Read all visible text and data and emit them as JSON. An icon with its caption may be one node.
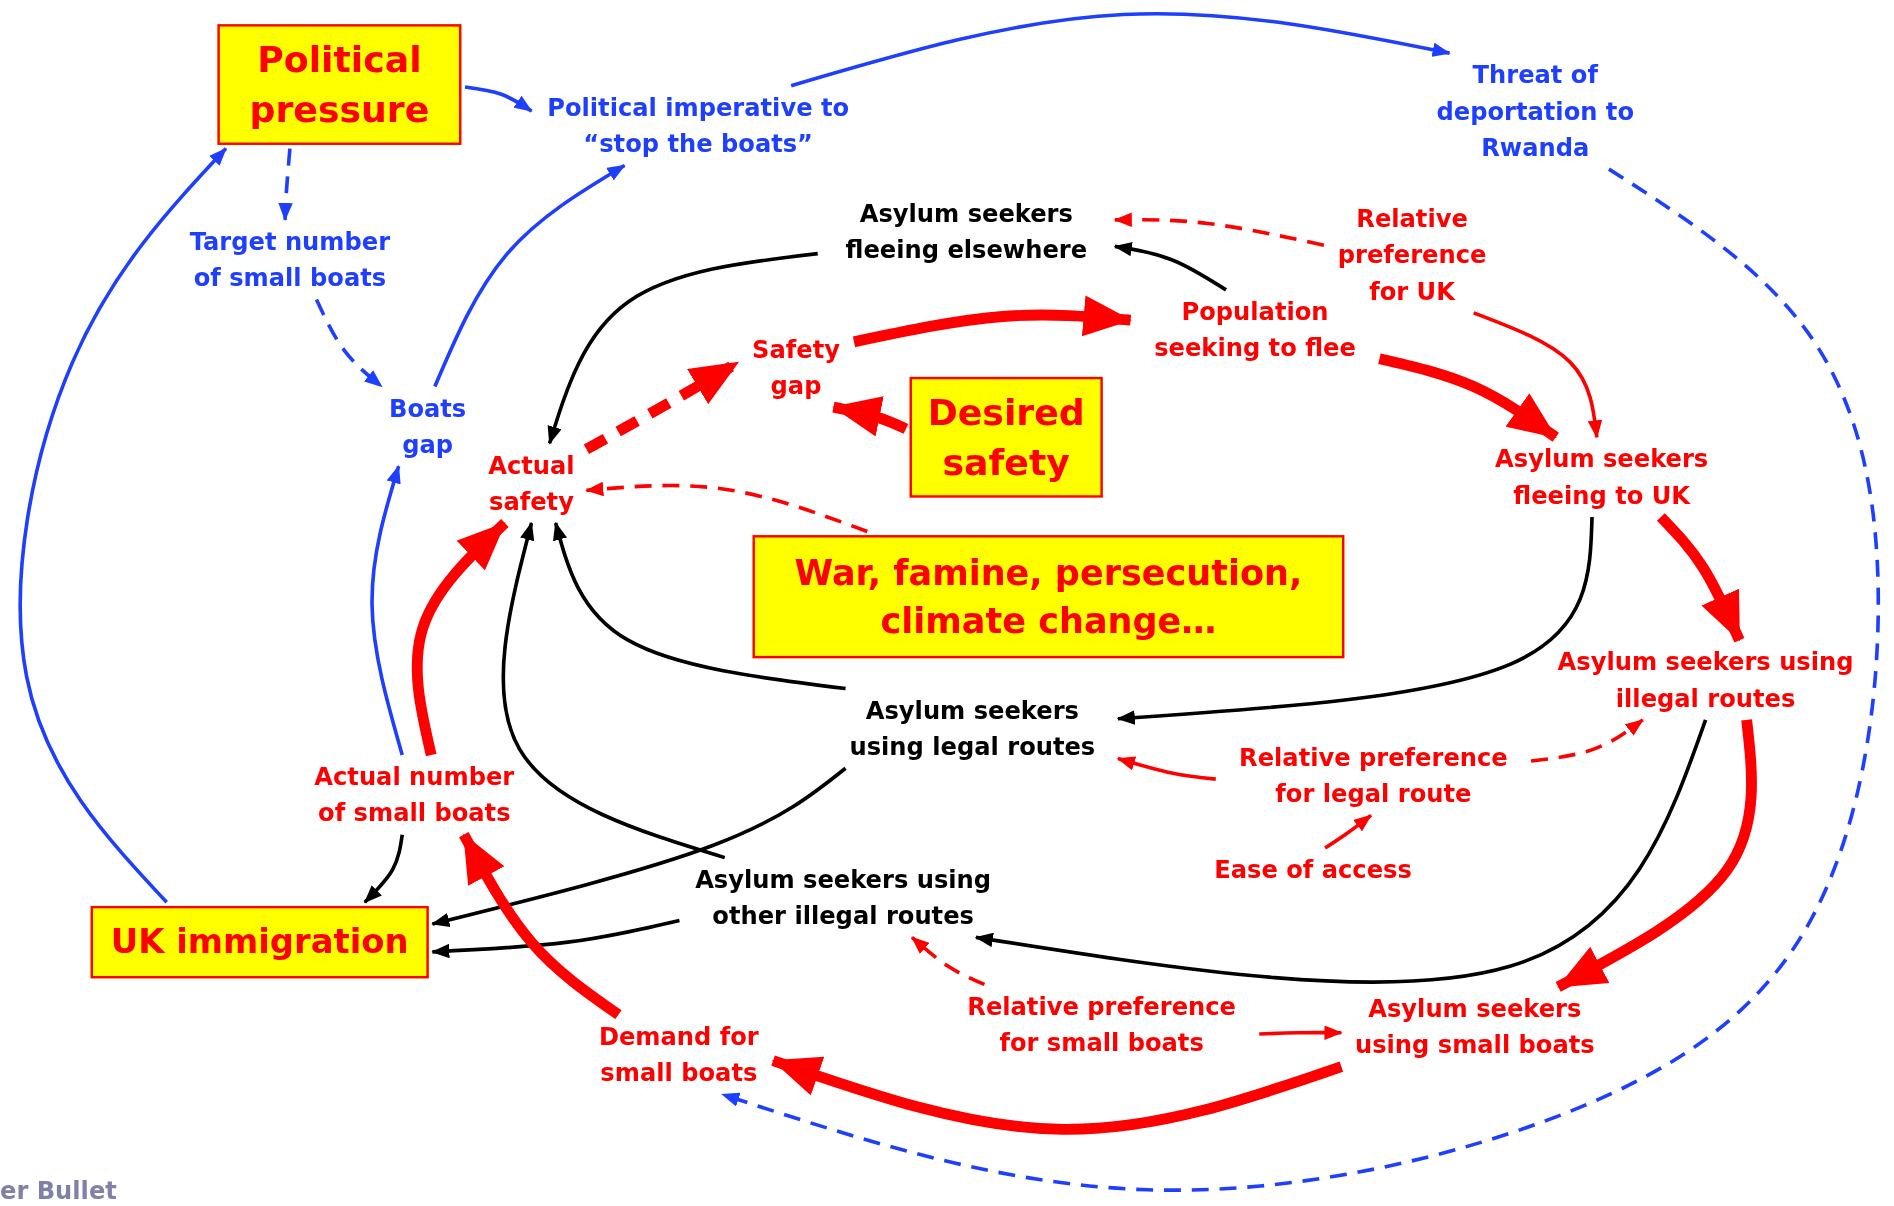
{
  "diagram": {
    "nodes": [
      {
        "text": [
          "Political pressure"
        ]
      },
      {
        "text": [
          "Political imperative to “stop the boats”"
        ]
      },
      {
        "text": [
          "Threat of deportation to Rwanda"
        ]
      },
      {
        "text": [
          "Target number of small boats"
        ]
      },
      {
        "text": [
          "Boats gap"
        ]
      },
      {
        "text": [
          "Asylum seekers fleeing elsewhere"
        ]
      },
      {
        "text": [
          "Relative preference for UK"
        ]
      },
      {
        "text": [
          "Safety gap"
        ]
      },
      {
        "text": [
          "Population seeking to flee"
        ]
      },
      {
        "text": [
          "Actual safety"
        ]
      },
      {
        "text": [
          "Desired safety"
        ]
      },
      {
        "text": [
          "Asylum seekers fleeing to UK"
        ]
      },
      {
        "text": [
          "War, famine, persecution, climate change…"
        ]
      },
      {
        "text": [
          "Asylum seekers using illegal routes"
        ]
      },
      {
        "text": [
          "Asylum seekers using legal routes"
        ]
      },
      {
        "text": [
          "Relative preference for legal route"
        ]
      },
      {
        "text": [
          "Actual number of small boats"
        ]
      },
      {
        "text": [
          "Ease of access"
        ]
      },
      {
        "text": [
          "Asylum seekers using other illegal routes"
        ]
      },
      {
        "text": [
          "UK immigration"
        ]
      },
      {
        "text": [
          "Relative preference for small boats"
        ]
      },
      {
        "text": [
          "Asylum seekers using small boats"
        ]
      },
      {
        "text": [
          "Demand for small boats"
        ]
      }
    ],
    "edges": [
      {
        "from": 0,
        "to": 1,
        "arrow": "to",
        "color": "#1f3fff"
      },
      {
        "from": 0,
        "to": 3,
        "arrow": "to",
        "style": "dashed",
        "color": "#1f3fff"
      },
      {
        "from": 3,
        "to": 4,
        "arrow": "to",
        "style": "dashed",
        "color": "#1f3fff"
      },
      {
        "from": 4,
        "to": 1,
        "arrow": "to",
        "color": "#1f3fff"
      },
      {
        "from": 19,
        "to": 0,
        "arrow": "to",
        "color": "#1f3fff"
      },
      {
        "from": 16,
        "to": 4,
        "arrow": "to",
        "color": "#1f3fff"
      },
      {
        "from": 1,
        "to": 2,
        "arrow": "to",
        "color": "#1f3fff"
      },
      {
        "from": 2,
        "to": 22,
        "arrow": "to",
        "style": "dashed",
        "color": "#1f3fff"
      },
      {
        "from": 5,
        "to": 9,
        "arrow": "to",
        "color": "#000000"
      },
      {
        "from": 8,
        "to": 5,
        "arrow": "to",
        "color": "#000000"
      },
      {
        "from": 6,
        "to": 5,
        "arrow": "to",
        "style": "dashed"
      },
      {
        "from": 6,
        "to": 11,
        "arrow": "to"
      },
      {
        "from": 9,
        "to": 7,
        "arrow": "to",
        "style": "dashed"
      },
      {
        "from": 10,
        "to": 7,
        "arrow": "to",
        "style": "thick"
      },
      {
        "from": 7,
        "to": 8,
        "arrow": "to",
        "style": "thick"
      },
      {
        "from": 8,
        "to": 11,
        "arrow": "to",
        "style": "thick"
      },
      {
        "from": 12,
        "to": 9,
        "arrow": "to",
        "style": "dashed"
      },
      {
        "from": 11,
        "to": 14,
        "arrow": "to",
        "color": "#000000"
      },
      {
        "from": 11,
        "to": 13,
        "arrow": "to",
        "style": "thick"
      },
      {
        "from": 14,
        "to": 9,
        "arrow": "to",
        "color": "#000000"
      },
      {
        "from": 15,
        "to": 14,
        "arrow": "to"
      },
      {
        "from": 15,
        "to": 13,
        "arrow": "to",
        "style": "dashed"
      },
      {
        "from": 17,
        "to": 15,
        "arrow": "to"
      },
      {
        "from": 13,
        "to": 18,
        "arrow": "to",
        "color": "#000000"
      },
      {
        "from": 13,
        "to": 21,
        "arrow": "to",
        "style": "thick"
      },
      {
        "from": 18,
        "to": 9,
        "arrow": "to",
        "color": "#000000"
      },
      {
        "from": 14,
        "to": 19,
        "arrow": "to",
        "color": "#000000"
      },
      {
        "from": 18,
        "to": 19,
        "arrow": "to",
        "color": "#000000"
      },
      {
        "from": 20,
        "to": 18,
        "arrow": "to",
        "style": "dashed"
      },
      {
        "from": 20,
        "to": 21,
        "arrow": "to"
      },
      {
        "from": 21,
        "to": 22,
        "arrow": "to",
        "style": "thick"
      },
      {
        "from": 22,
        "to": 16,
        "arrow": "to",
        "style": "thick"
      },
      {
        "from": 16,
        "to": 9,
        "arrow": "to",
        "style": "thick"
      },
      {
        "from": 16,
        "to": 19,
        "arrow": "to",
        "color": "#000000"
      }
    ],
    "labels": [
      "er Bullet"
    ]
  }
}
